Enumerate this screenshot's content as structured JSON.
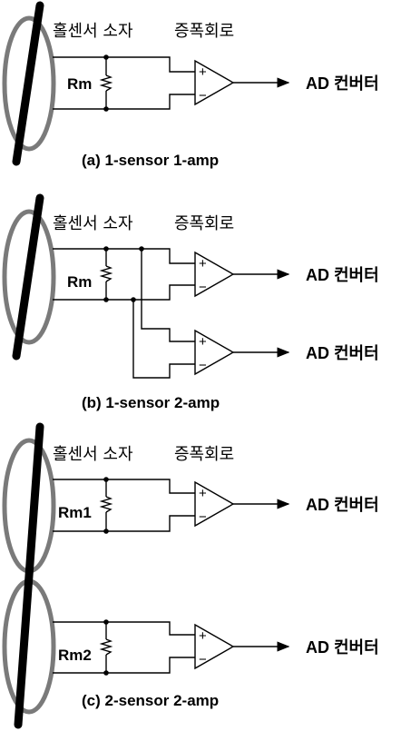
{
  "labels": {
    "sensor": "홀센서 소자",
    "amp_circuit": "증폭회로",
    "converter": "AD 컨버터",
    "rm": "Rm",
    "rm1": "Rm1",
    "rm2": "Rm2",
    "plus": "+",
    "minus": "−"
  },
  "captions": {
    "a": "(a) 1-sensor 1-amp",
    "b": "(b) 1-sensor 2-amp",
    "c": "(c) 2-sensor 2-amp"
  },
  "colors": {
    "ring": "#7a7a7a",
    "wire": "#000000"
  }
}
